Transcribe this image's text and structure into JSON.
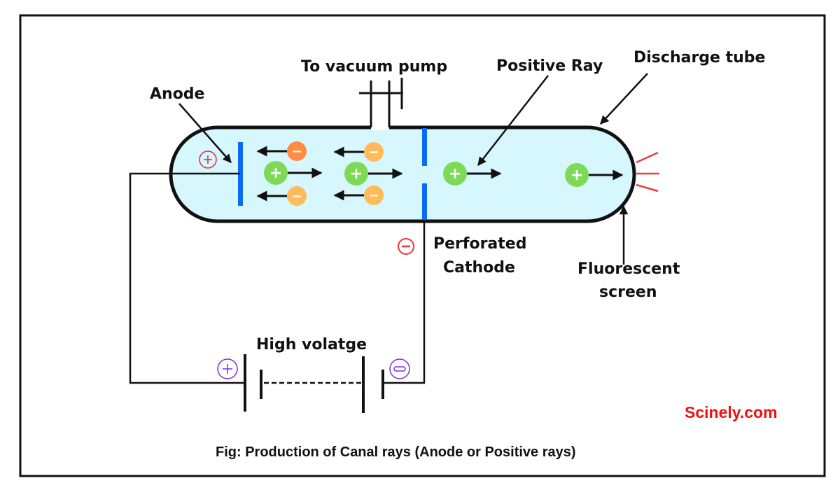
{
  "labels": {
    "vacuum_pump": "To vacuum pump",
    "positive_ray": "Positive Ray",
    "discharge_tube": "Discharge tube",
    "anode": "Anode",
    "cathode_line1": "Perforated",
    "cathode_line2": "Cathode",
    "screen_line1": "Fluorescent",
    "screen_line2": "screen",
    "high_voltage": "High volatge",
    "brand": "Scinely.com",
    "caption": "Fig: Production of Canal rays (Anode or Positive rays)"
  },
  "symbols": {
    "plus": "+",
    "minus": "−"
  },
  "particles": [
    {
      "type": "electron",
      "direction": "left",
      "color": "#FF8C42"
    },
    {
      "type": "proton",
      "direction": "right",
      "color": "#7ED957"
    },
    {
      "type": "electron",
      "direction": "left",
      "color": "#FFBA5A"
    },
    {
      "type": "electron",
      "direction": "left",
      "color": "#FFBA5A"
    },
    {
      "type": "proton",
      "direction": "right",
      "color": "#7ED957"
    },
    {
      "type": "electron",
      "direction": "left",
      "color": "#FFBA5A"
    },
    {
      "type": "proton",
      "direction": "right",
      "color": "#7ED957"
    },
    {
      "type": "proton",
      "direction": "right",
      "color": "#7ED957"
    }
  ],
  "colors": {
    "tube_fill": "#D6F7FD",
    "electrode": "#0A6CF5",
    "anode_sign": "#F0303A",
    "battery_sign": "#7B2BE0",
    "glow": "#F53A3A",
    "brand": "#EE1111"
  }
}
